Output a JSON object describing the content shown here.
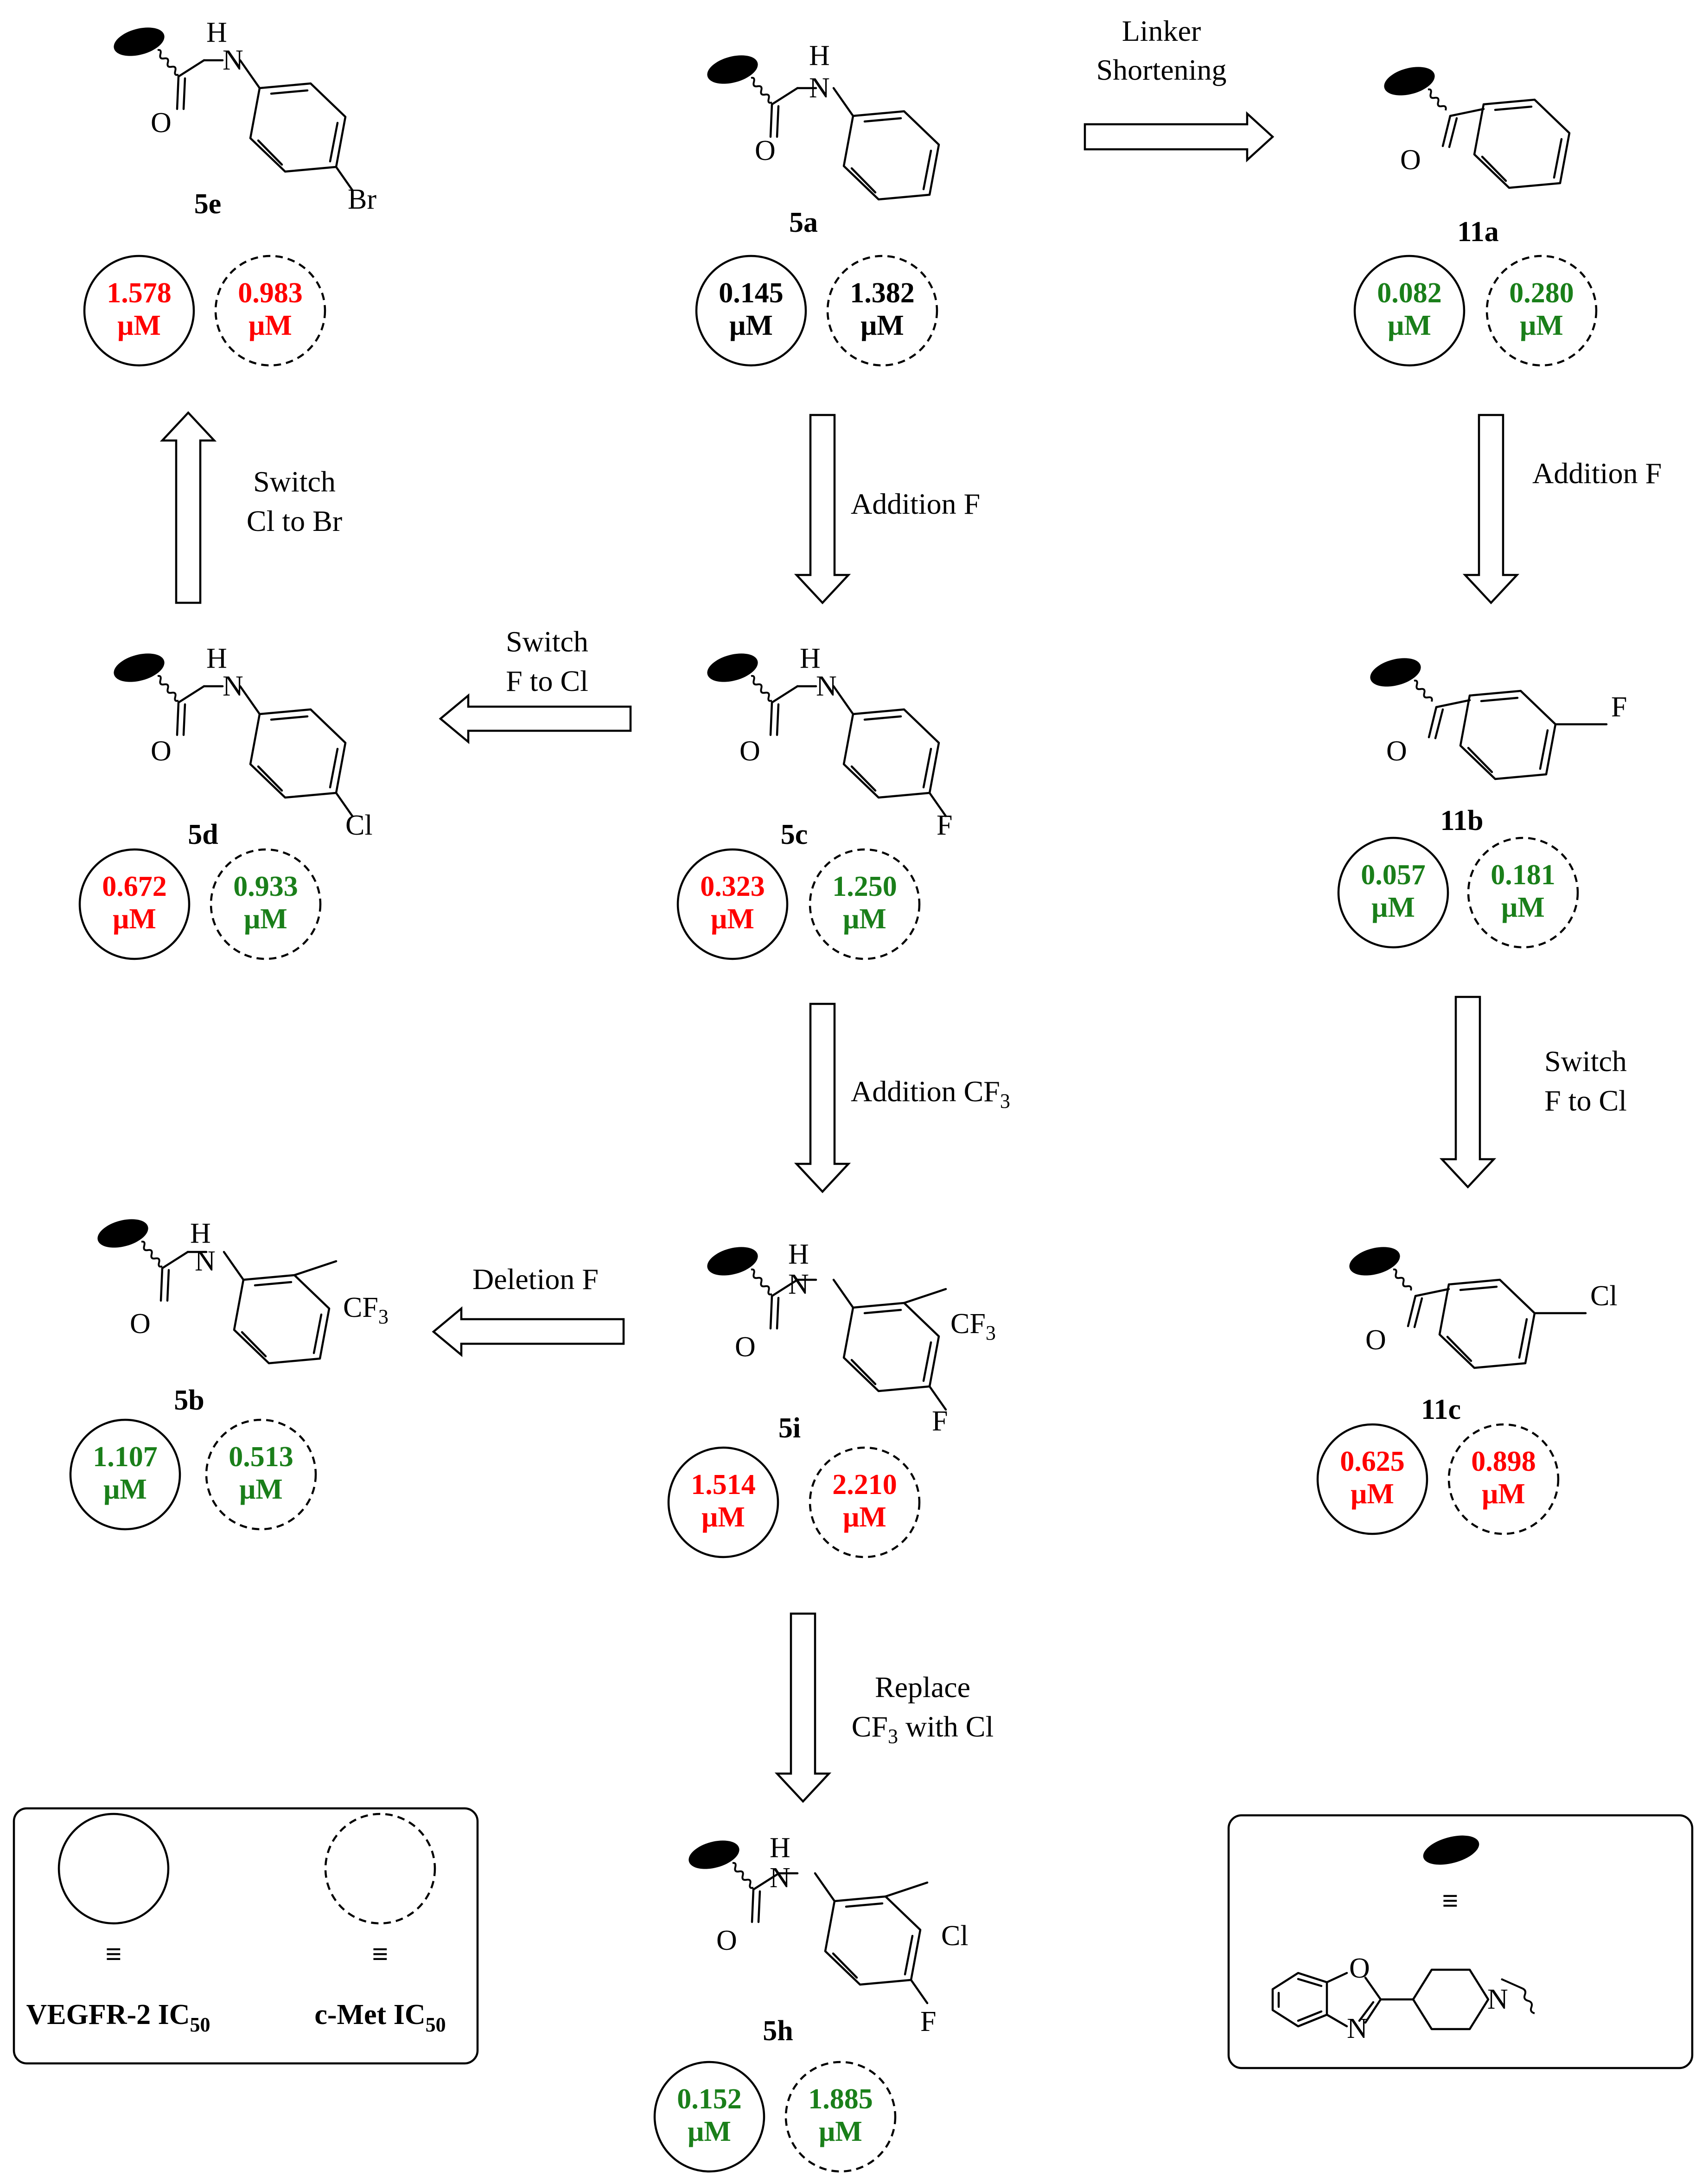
{
  "colors": {
    "black": "#000000",
    "red": "#ff0000",
    "green": "#1a7f1a"
  },
  "icons": {
    "blob": "black-ellipse-scaffold",
    "wavy_bond": "wavy-attachment-bond"
  },
  "compounds": [
    {
      "id": "5a",
      "label": "5a",
      "vegfr2": "0.145",
      "cmet": "1.382",
      "unit": "μM",
      "vegfr2_color": "black",
      "cmet_color": "black"
    },
    {
      "id": "5e",
      "label": "5e",
      "vegfr2": "1.578",
      "cmet": "0.983",
      "unit": "μM",
      "vegfr2_color": "red",
      "cmet_color": "red"
    },
    {
      "id": "11a",
      "label": "11a",
      "vegfr2": "0.082",
      "cmet": "0.280",
      "unit": "μM",
      "vegfr2_color": "green",
      "cmet_color": "green"
    },
    {
      "id": "5d",
      "label": "5d",
      "vegfr2": "0.672",
      "cmet": "0.933",
      "unit": "μM",
      "vegfr2_color": "red",
      "cmet_color": "green"
    },
    {
      "id": "5c",
      "label": "5c",
      "vegfr2": "0.323",
      "cmet": "1.250",
      "unit": "μM",
      "vegfr2_color": "red",
      "cmet_color": "green"
    },
    {
      "id": "11b",
      "label": "11b",
      "vegfr2": "0.057",
      "cmet": "0.181",
      "unit": "μM",
      "vegfr2_color": "green",
      "cmet_color": "green"
    },
    {
      "id": "5b",
      "label": "5b",
      "vegfr2": "1.107",
      "cmet": "0.513",
      "unit": "μM",
      "vegfr2_color": "green",
      "cmet_color": "green"
    },
    {
      "id": "5i",
      "label": "5i",
      "vegfr2": "1.514",
      "cmet": "2.210",
      "unit": "μM",
      "vegfr2_color": "red",
      "cmet_color": "red"
    },
    {
      "id": "11c",
      "label": "11c",
      "vegfr2": "0.625",
      "cmet": "0.898",
      "unit": "μM",
      "vegfr2_color": "red",
      "cmet_color": "red"
    },
    {
      "id": "5h",
      "label": "5h",
      "vegfr2": "0.152",
      "cmet": "1.885",
      "unit": "μM",
      "vegfr2_color": "green",
      "cmet_color": "green"
    }
  ],
  "atoms": {
    "N": "N",
    "H": "H",
    "O": "O",
    "Br": "Br",
    "F": "F",
    "Cl": "Cl",
    "CF": "CF",
    "sub3": "3"
  },
  "steps": {
    "linker_1": "Linker",
    "linker_2": "Shortening",
    "add_f_a": "Addition F",
    "add_f_b": "Addition F",
    "switch_clbr_1": "Switch",
    "switch_clbr_2": "Cl to Br",
    "switch_fcl_1": "Switch",
    "switch_fcl_2": "F to Cl",
    "switch_fcl_r1": "Switch",
    "switch_fcl_r2": "F to Cl",
    "add_cf3": "Addition CF",
    "deletion_f": "Deletion F",
    "replace_1": "Replace",
    "replace_2_a": "CF",
    "replace_2_b": " with Cl"
  },
  "legend": {
    "vegfr_label": "VEGFR-2 IC",
    "cmet_label": "c-Met IC",
    "sub50": "50",
    "equiv": "≡"
  }
}
